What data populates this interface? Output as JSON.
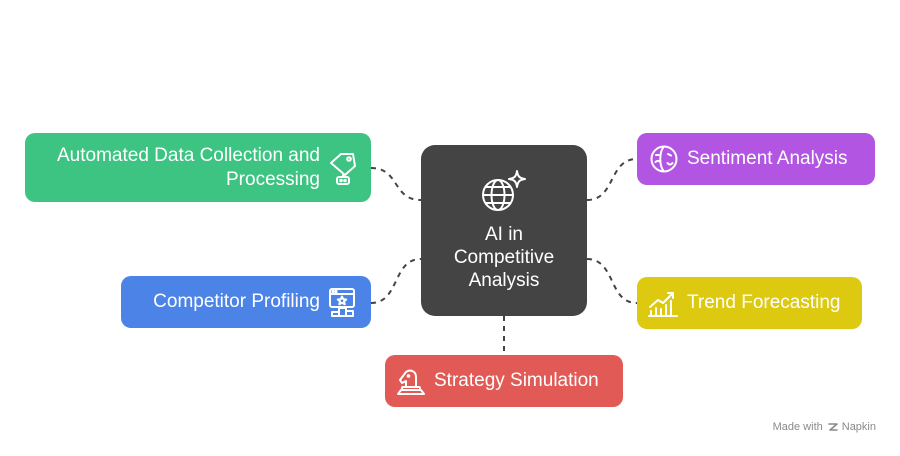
{
  "diagram": {
    "center": {
      "lines": [
        "AI in",
        "Competitive",
        "Analysis"
      ],
      "icon": "globe-sparkle-icon"
    },
    "nodes": {
      "automated": {
        "lines": [
          "Automated Data Collection and",
          "Processing"
        ],
        "icon": "tag-robot-icon",
        "color": "#3dc482"
      },
      "profiling": {
        "label": "Competitor Profiling",
        "icon": "profile-podium-icon",
        "color": "#4b84e6"
      },
      "strategy": {
        "label": "Strategy Simulation",
        "icon": "chess-knight-icon",
        "color": "#e25a55"
      },
      "sentiment": {
        "label": "Sentiment Analysis",
        "icon": "theater-masks-icon",
        "color": "#b255e3"
      },
      "trend": {
        "label": "Trend Forecasting",
        "icon": "trend-chart-icon",
        "color": "#dcc910"
      }
    },
    "center_color": "#444444"
  },
  "watermark": {
    "prefix": "Made with",
    "brand": "Napkin"
  }
}
